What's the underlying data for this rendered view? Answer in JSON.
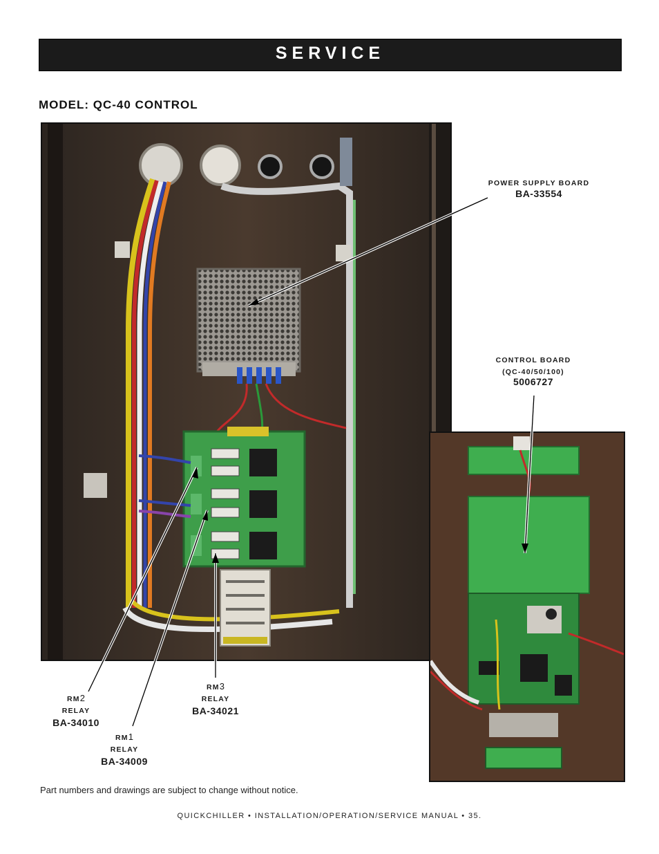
{
  "header": {
    "title": "SERVICE"
  },
  "model_heading": "MODEL:  QC-40 CONTROL",
  "callouts": {
    "power_supply": {
      "label": "POWER SUPPLY BOARD",
      "part": "BA-33554"
    },
    "control_board": {
      "label": "CONTROL BOARD",
      "sub": "(QC-40/50/100)",
      "part": "5006727"
    },
    "rm2": {
      "prefix": "RM",
      "num": "2",
      "label": "RELAY",
      "part": "BA-34010"
    },
    "rm1": {
      "prefix": "RM",
      "num": "1",
      "label": "RELAY",
      "part": "BA-34009"
    },
    "rm3": {
      "prefix": "RM",
      "num": "3",
      "label": "RELAY",
      "part": "BA-34021"
    }
  },
  "footnote": "Part numbers and drawings are subject to change without notice.",
  "footer": "QUICKCHILLER • INSTALLATION/OPERATION/SERVICE MANUAL • 35."
}
